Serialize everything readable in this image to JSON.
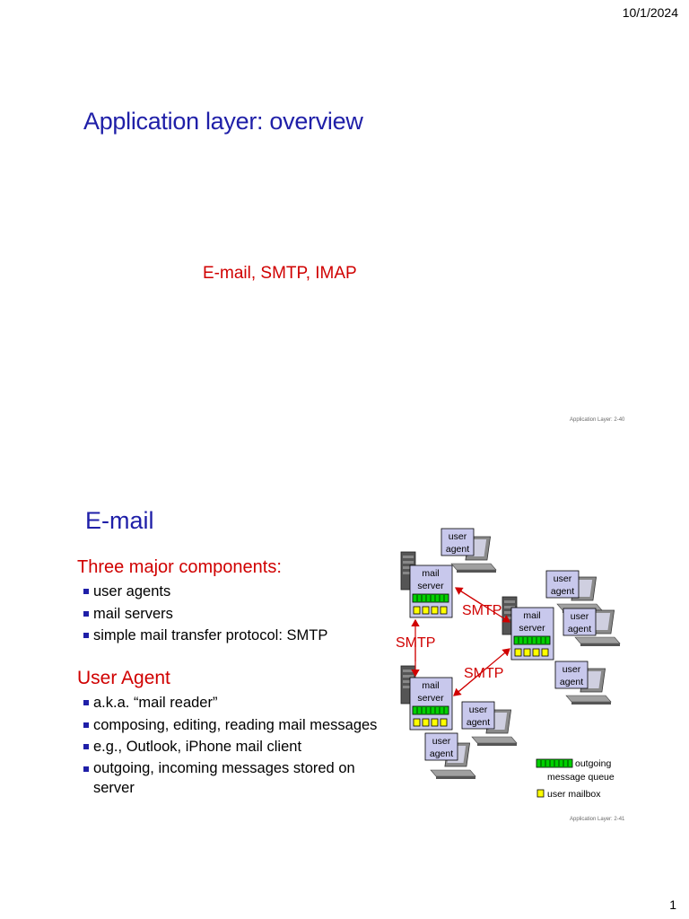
{
  "header": {
    "date": "10/1/2024"
  },
  "slide1": {
    "title": "Application layer: overview",
    "subtitle": "E-mail, SMTP, IMAP",
    "footer": "Application Layer: 2-40"
  },
  "slide2": {
    "title": "E-mail",
    "components_heading": "Three major components:",
    "components": [
      "user agents",
      "mail servers",
      "simple mail transfer protocol: SMTP"
    ],
    "user_agent_heading": "User Agent",
    "user_agent_points": [
      "a.k.a. “mail reader”",
      "composing, editing, reading mail messages",
      "e.g., Outlook, iPhone mail client"
    ],
    "user_agent_last_point": [
      "outgoing, incoming messages stored on",
      "server"
    ],
    "footer": "Application Layer: 2-41",
    "diagram": {
      "user": "user",
      "agent": "agent",
      "mail": "mail",
      "server": "server",
      "smtp": "SMTP",
      "legend_outgoing": [
        "outgoing",
        "message queue"
      ],
      "legend_mailbox": "user mailbox"
    }
  },
  "page": {
    "number": "1"
  }
}
